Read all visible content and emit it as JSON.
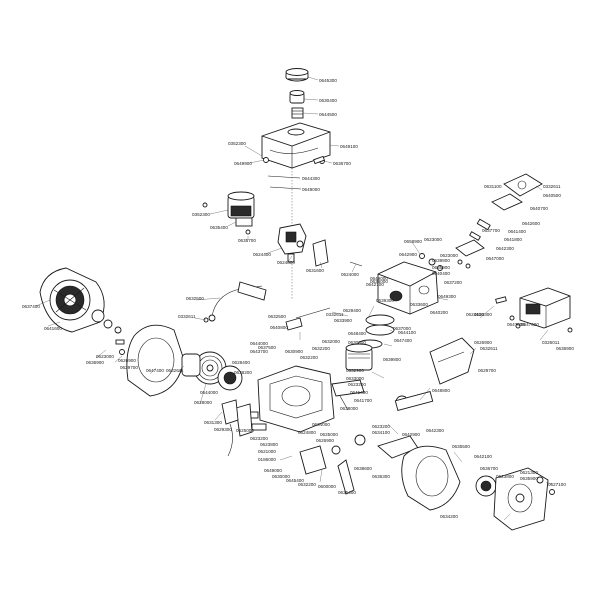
{
  "labels": [
    "0645300",
    "0630400",
    "0644500",
    "0649100",
    "0352300",
    "0636700",
    "0649900",
    "0644300",
    "0649000",
    "0352300",
    "0635400",
    "0635700",
    "0624400",
    "0624800",
    "0631600",
    "0624000",
    "0631100",
    "0332611",
    "0640500",
    "0640700",
    "0642600",
    "0641400",
    "0641800",
    "0642300",
    "0647000",
    "0624100",
    "0658900",
    "0623000",
    "0642900",
    "0639800",
    "0635900",
    "0640400",
    "0623000",
    "0637200",
    "0623000",
    "0638000",
    "0649300",
    "0640200",
    "0647800",
    "0624300",
    "0647600",
    "0644100",
    "0649000",
    "0642100",
    "0633600",
    "0639300",
    "0637000",
    "0639800",
    "0637700",
    "0326011",
    "0636900",
    "0626900",
    "0647400",
    "0632611",
    "0629700",
    "0629400",
    "0633900",
    "0632500",
    "0640800",
    "0332611",
    "0648400",
    "0630300",
    "0644000",
    "0643700",
    "0637500",
    "0630900",
    "0632200",
    "0632000",
    "0632200",
    "0628400",
    "0638200",
    "0632900",
    "0633000",
    "0623200",
    "0641400",
    "0641700",
    "0638000",
    "0648800",
    "0628000",
    "0631300",
    "0625000",
    "0629300",
    "0623200",
    "0623800",
    "0634000",
    "0624800",
    "0625000",
    "0623200",
    "0634100",
    "0642300",
    "0642900",
    "0626900",
    "0621000",
    "0186000",
    "0649000",
    "0638600",
    "0630000",
    "0636300",
    "0645400",
    "0600000",
    "0635400",
    "0632200",
    "0635500",
    "0642100",
    "0636700",
    "0623800",
    "0621300",
    "0635900",
    "0627100",
    "0634200",
    "0637400",
    "0641600"
  ]
}
